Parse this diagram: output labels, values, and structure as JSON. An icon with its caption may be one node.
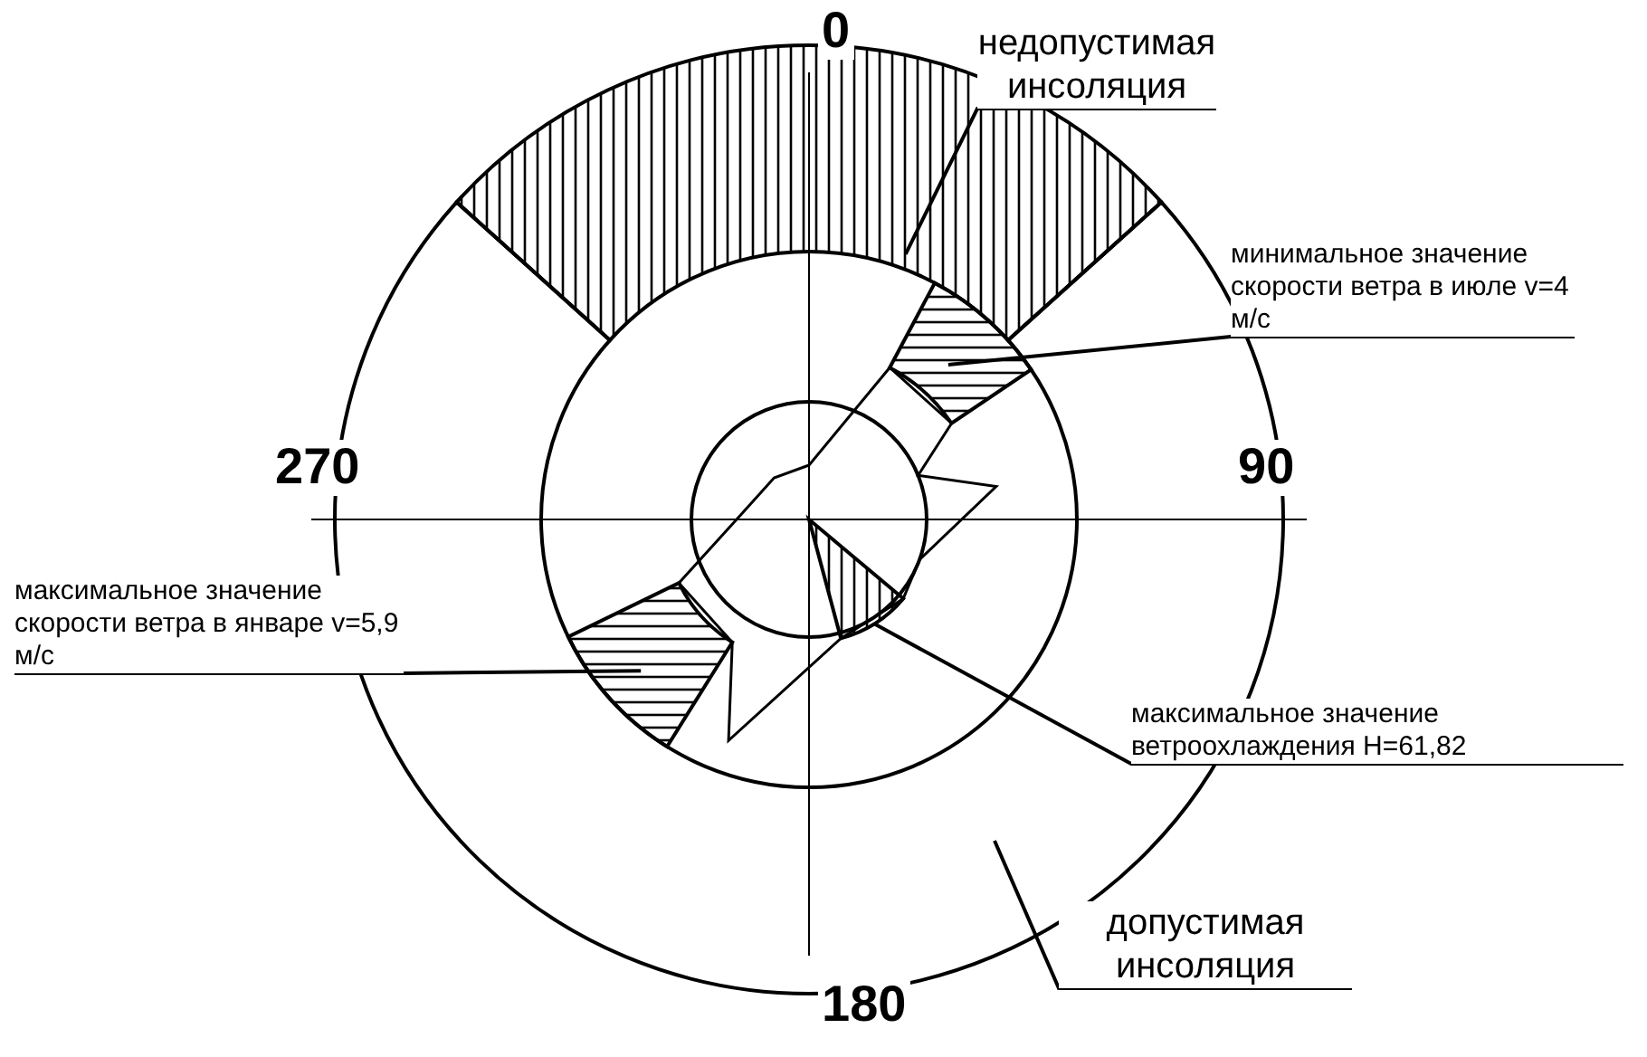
{
  "diagram": {
    "nodes": [
      {
        "text": [
          "недопустимая инсоляция"
        ]
      },
      {
        "text": [],
        "shape": "sector"
      },
      {
        "text": [
          "минимальное значение скорости ветра в июле v=4 м/с"
        ]
      },
      {
        "text": [],
        "shape": "sector"
      },
      {
        "text": [
          "максимальное значение скорости ветра в январе v=5,9 м/с"
        ]
      },
      {
        "text": [],
        "shape": "sector"
      },
      {
        "text": [
          "максимальное значение ветроохлаждения H=61,82"
        ]
      },
      {
        "text": [],
        "shape": "sector"
      },
      {
        "text": [
          "допустимая инсоляция"
        ]
      },
      {
        "text": [],
        "shape": "ring"
      }
    ],
    "edges": [
      {
        "from": 0,
        "to": 1,
        "arrow": "none"
      },
      {
        "from": 2,
        "to": 3,
        "arrow": "none"
      },
      {
        "from": 4,
        "to": 5,
        "arrow": "none"
      },
      {
        "from": 6,
        "to": 7,
        "arrow": "none"
      },
      {
        "from": 8,
        "to": 9,
        "arrow": "none"
      }
    ],
    "labels": [
      "0",
      "270",
      "90",
      "180"
    ]
  }
}
